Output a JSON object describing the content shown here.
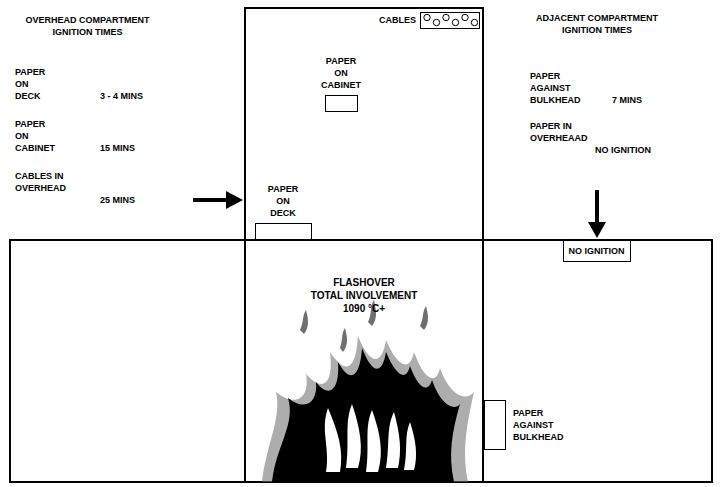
{
  "diagram": {
    "nodes": [
      {
        "text": [
          "CABLES"
        ]
      },
      {
        "text": [
          "PAPER ON CABINET"
        ]
      },
      {
        "text": [
          "PAPER ON DECK"
        ]
      },
      {
        "text": [
          "FLASHOVER",
          "TOTAL INVOLVEMENT 1090 °C+"
        ]
      },
      {
        "text": [
          "NO IGNITION"
        ]
      },
      {
        "text": [
          "PAPER AGAINST BULKHEAD"
        ]
      }
    ],
    "labels": [
      "OVERHEAD COMPARTMENT IGNITION TIMES",
      "PAPER ON DECK",
      "3 - 4 MINS",
      "PAPER ON CABINET",
      "15 MINS",
      "CABLES IN OVERHEAD",
      "25 MINS",
      "ADJACENT COMPARTMENT IGNITION TIMES",
      "PAPER AGAINST BULKHEAD",
      "7 MINS",
      "PAPER IN OVERHEAAD",
      "NO IGNITION"
    ]
  }
}
